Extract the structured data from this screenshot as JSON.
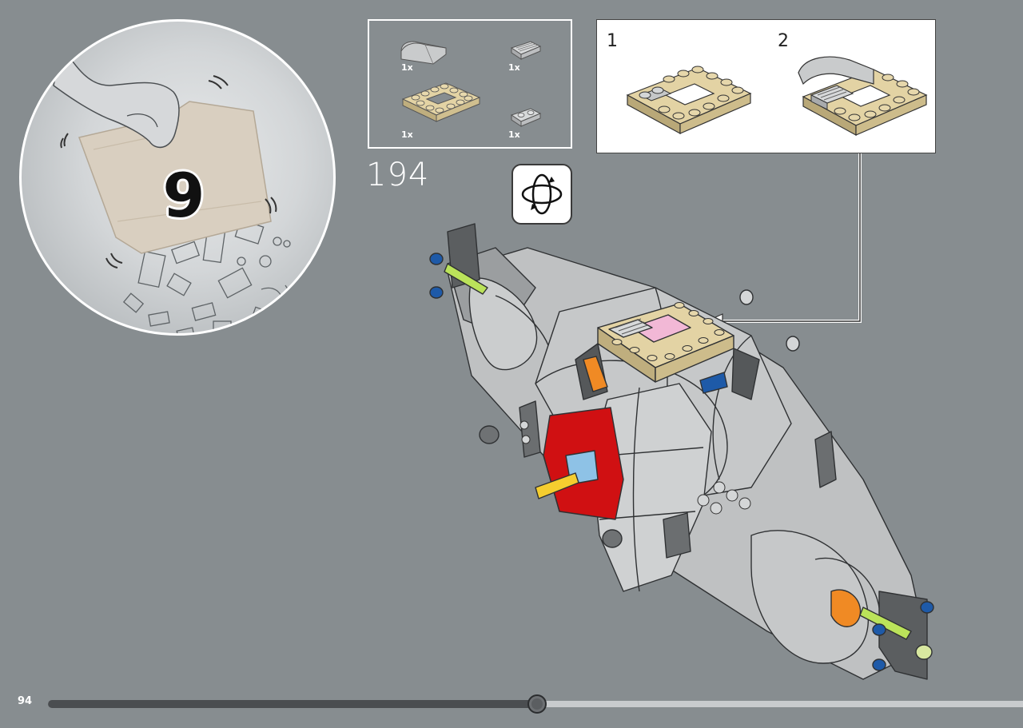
{
  "bag": {
    "number": "9"
  },
  "parts": [
    {
      "name": "curved-slope-light-gray",
      "qty": "1x"
    },
    {
      "name": "grille-tile-light-gray",
      "qty": "1x"
    },
    {
      "name": "tan-frame-plate",
      "qty": "1x"
    },
    {
      "name": "jumper-plate-light-gray",
      "qty": "1x"
    }
  ],
  "step": {
    "number": "194"
  },
  "substeps": [
    {
      "label": "1"
    },
    {
      "label": "2"
    }
  ],
  "icons": {
    "rotate": "rotate-model-icon"
  },
  "page": {
    "number": "94"
  },
  "progress": {
    "fraction": 0.502
  },
  "colors": {
    "background": "#878d90",
    "tan": "#e3d3a4",
    "light_gray": "#c4c6c7",
    "dark_gray": "#6b6e70",
    "red": "#d01012",
    "blue": "#1e5aa8",
    "orange": "#f08a24",
    "lime": "#bbe35a"
  }
}
